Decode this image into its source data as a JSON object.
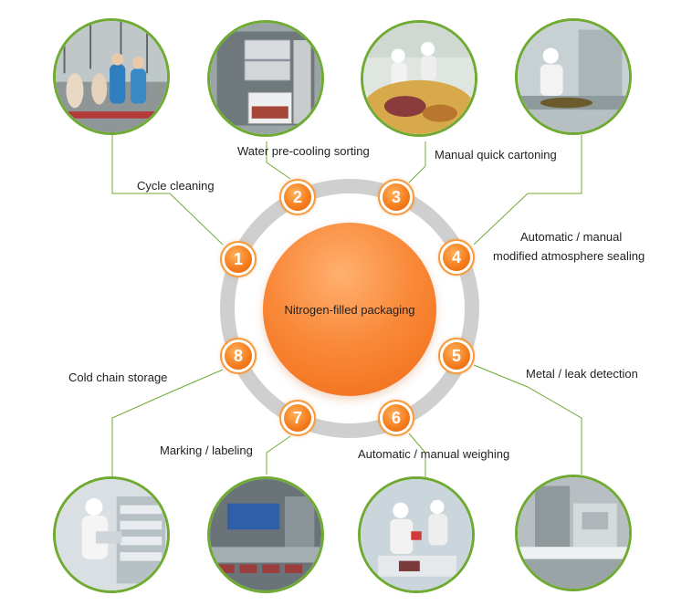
{
  "center": {
    "label": "Nitrogen-filled packaging"
  },
  "steps": [
    {
      "number": "1",
      "label": "Cycle cleaning"
    },
    {
      "number": "2",
      "label": "Water pre-cooling sorting"
    },
    {
      "number": "3",
      "label": "Manual quick cartoning"
    },
    {
      "number": "4",
      "label": "Automatic / manual",
      "label2": "modified atmosphere sealing"
    },
    {
      "number": "5",
      "label": "Metal / leak detection"
    },
    {
      "number": "6",
      "label": "Automatic / manual weighing"
    },
    {
      "number": "7",
      "label": "Marking / labeling"
    },
    {
      "number": "8",
      "label": "Cold chain storage"
    }
  ],
  "colors": {
    "accent_orange": "#f47b1c",
    "connector_green": "#6faa33",
    "ring_gray": "#cfcfcf"
  }
}
